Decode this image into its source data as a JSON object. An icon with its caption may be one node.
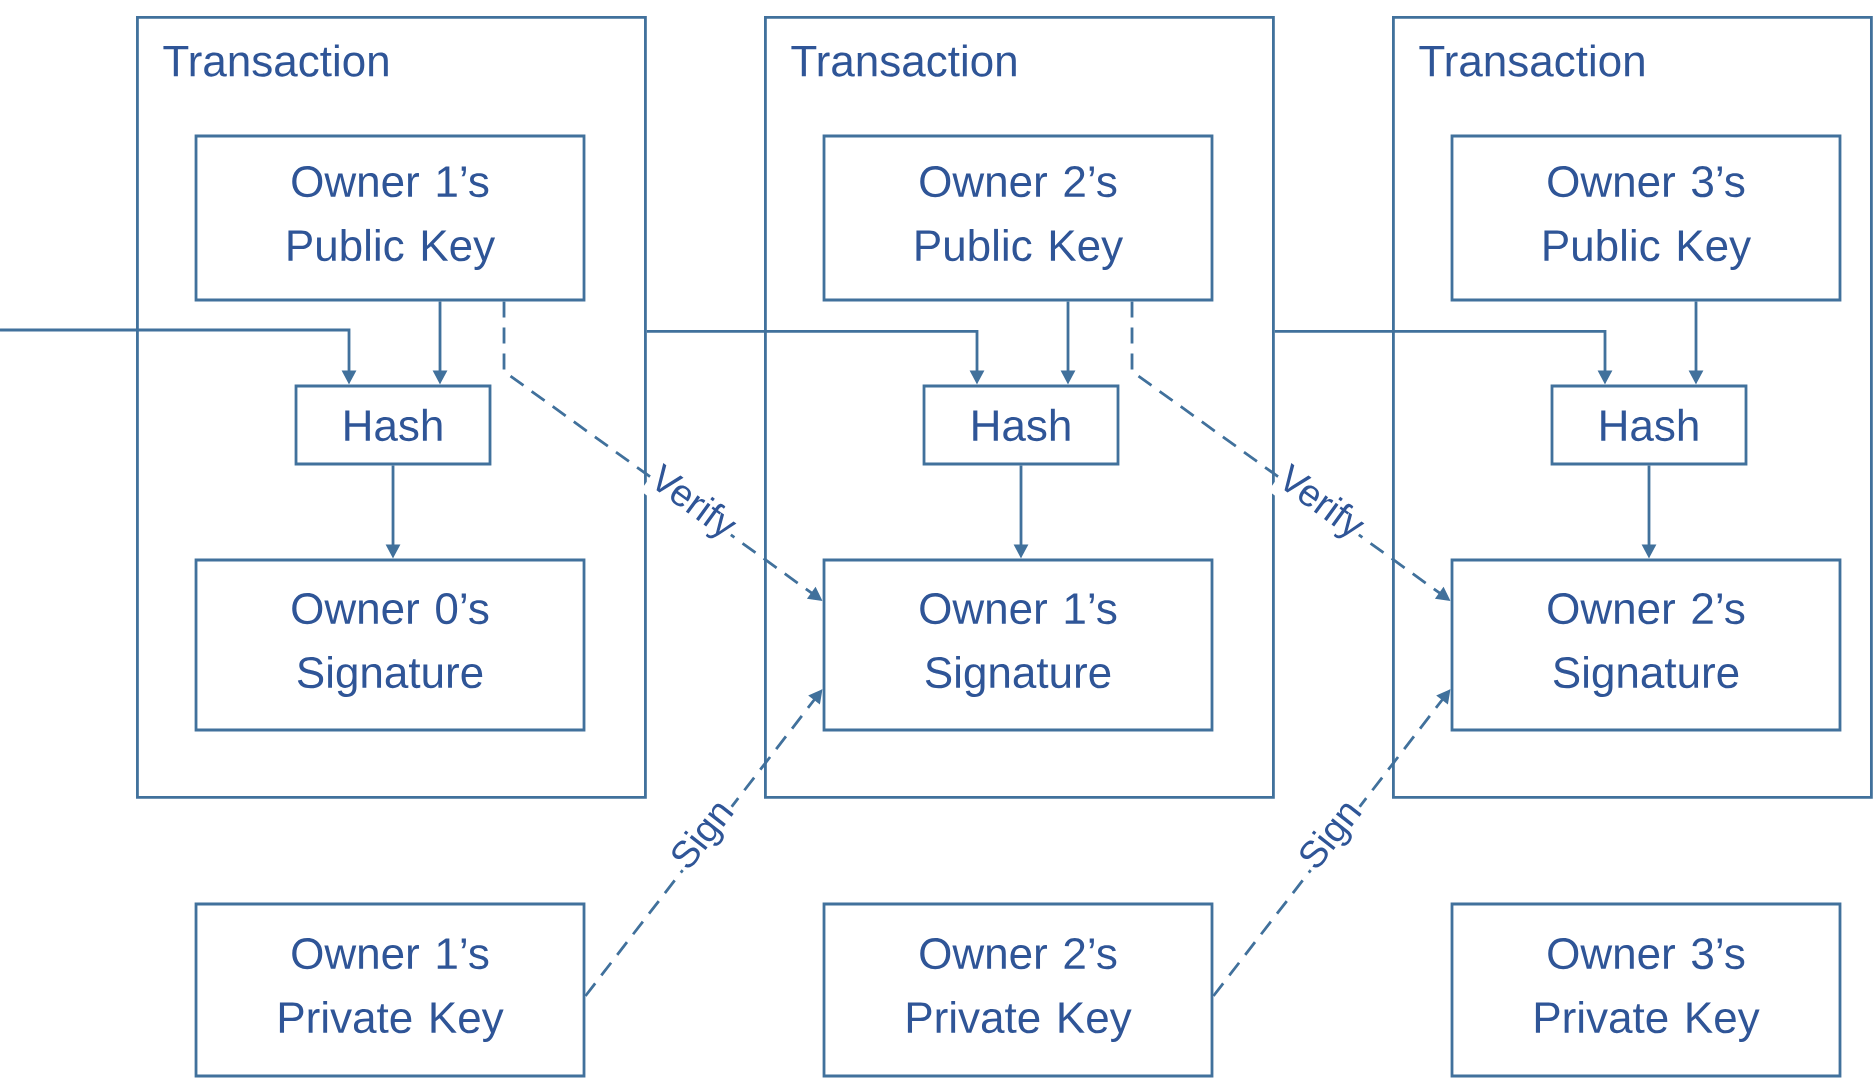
{
  "diagram": {
    "nodes": [
      {
        "text": [
          "Transaction"
        ]
      },
      {
        "text": [
          "Owner 1’s Public Key"
        ],
        "in": 0
      },
      {
        "text": [
          "Hash"
        ],
        "in": 0
      },
      {
        "text": [
          "Owner 0’s Signature"
        ],
        "in": 0
      },
      {
        "text": [
          "Transaction"
        ]
      },
      {
        "text": [
          "Owner 2’s Public Key"
        ],
        "in": 4
      },
      {
        "text": [
          "Hash"
        ],
        "in": 4
      },
      {
        "text": [
          "Owner 1’s Signature"
        ],
        "in": 4
      },
      {
        "text": [
          "Transaction"
        ]
      },
      {
        "text": [
          "Owner 3’s Public Key"
        ],
        "in": 8
      },
      {
        "text": [
          "Hash"
        ],
        "in": 8
      },
      {
        "text": [
          "Owner 2’s Signature"
        ],
        "in": 8
      },
      {
        "text": [
          "Owner 1’s Private Key"
        ]
      },
      {
        "text": [
          "Owner 2’s Private Key"
        ]
      },
      {
        "text": [
          "Owner 3’s Private Key"
        ]
      }
    ],
    "edges": [
      {
        "from": null,
        "to": 2,
        "arrow": "to"
      },
      {
        "from": 1,
        "to": 2,
        "arrow": "to"
      },
      {
        "from": 2,
        "to": 3,
        "arrow": "to"
      },
      {
        "from": 0,
        "to": 6,
        "arrow": "to"
      },
      {
        "from": 5,
        "to": 6,
        "arrow": "to"
      },
      {
        "from": 6,
        "to": 7,
        "arrow": "to"
      },
      {
        "from": 4,
        "to": 10,
        "arrow": "to"
      },
      {
        "from": 9,
        "to": 10,
        "arrow": "to"
      },
      {
        "from": 10,
        "to": 11,
        "arrow": "to"
      },
      {
        "from": 1,
        "to": 7,
        "arrow": "to",
        "label": "Verify",
        "style": "dashed"
      },
      {
        "from": 5,
        "to": 11,
        "arrow": "to",
        "label": "Verify",
        "style": "dashed"
      },
      {
        "from": 12,
        "to": 7,
        "arrow": "to",
        "label": "Sign",
        "style": "dashed"
      },
      {
        "from": 13,
        "to": 11,
        "arrow": "to",
        "label": "Sign",
        "style": "dashed"
      }
    ]
  }
}
